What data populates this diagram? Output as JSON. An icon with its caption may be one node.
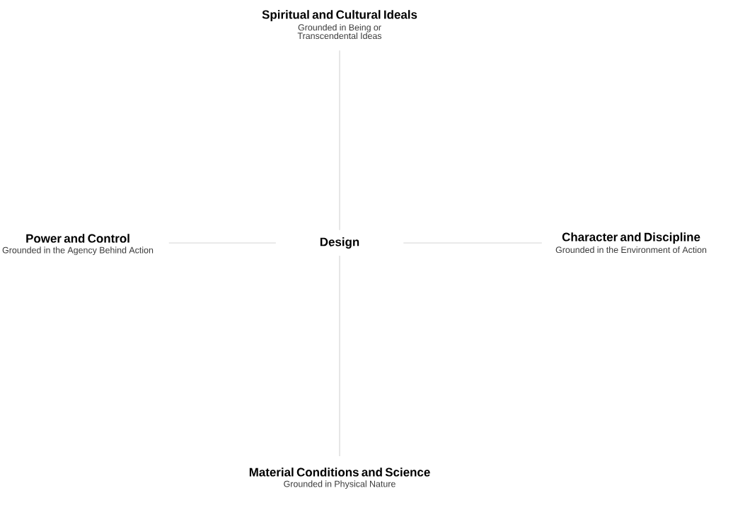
{
  "diagram": {
    "nodes": [
      {
        "text": [
          "Spiritual and Cultural Ideals",
          "Grounded in Being or Transcendental Ideas"
        ]
      },
      {
        "text": [
          "Power and Control",
          "Grounded in the Agency Behind Action"
        ]
      },
      {
        "text": [
          "Design"
        ]
      },
      {
        "text": [
          "Character and Discipline",
          "Grounded in the Environment of Action"
        ]
      },
      {
        "text": [
          "Material Conditions and Science",
          "Grounded in Physical Nature"
        ]
      }
    ],
    "edges": [
      {
        "from": 2,
        "to": 0,
        "arrow": "none"
      },
      {
        "from": 2,
        "to": 1,
        "arrow": "none"
      },
      {
        "from": 2,
        "to": 3,
        "arrow": "none"
      },
      {
        "from": 2,
        "to": 4,
        "arrow": "none"
      }
    ]
  }
}
